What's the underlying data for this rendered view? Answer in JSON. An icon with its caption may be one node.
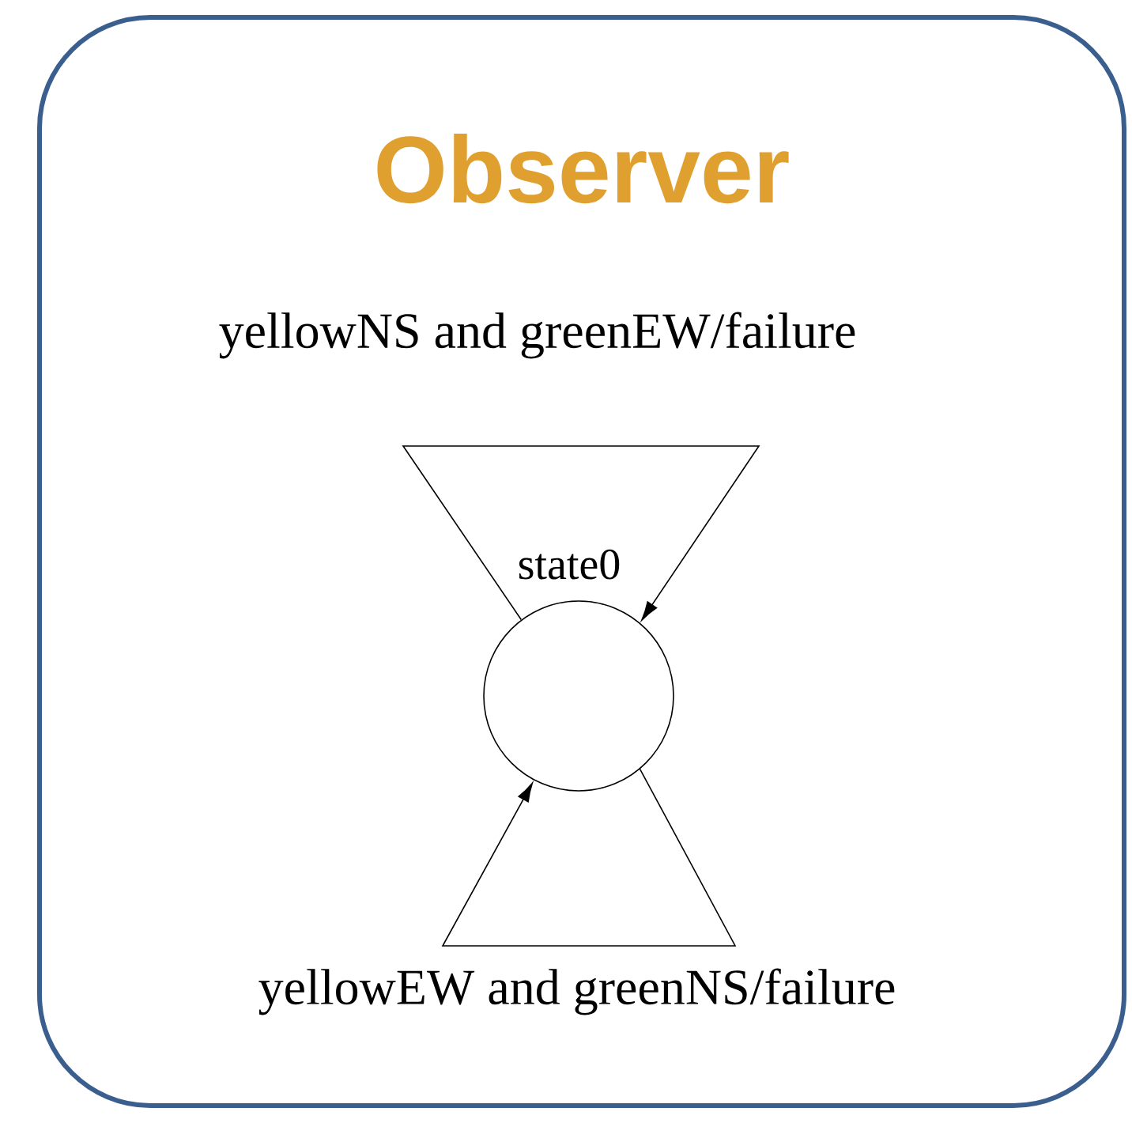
{
  "diagram": {
    "nodes": [
      {
        "text": [
          "Observer"
        ]
      },
      {
        "text": [
          "state0"
        ],
        "in": 0
      }
    ],
    "edges": [
      {
        "from": 1,
        "to": 1,
        "arrow": "to",
        "label": "yellowNS and greenEW/failure"
      },
      {
        "from": 1,
        "to": 1,
        "arrow": "to",
        "label": "yellowEW and greenNS/failure"
      }
    ]
  }
}
